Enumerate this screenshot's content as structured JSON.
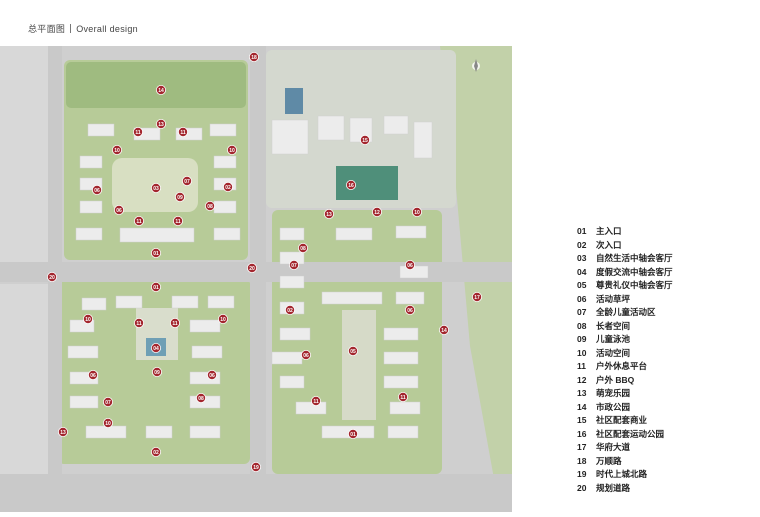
{
  "header": {
    "title_cn": "总平面图",
    "title_en": "Overall design"
  },
  "legend": [
    {
      "num": "01",
      "label": "主入口"
    },
    {
      "num": "02",
      "label": "次入口"
    },
    {
      "num": "03",
      "label": "自然生活中轴会客厅"
    },
    {
      "num": "04",
      "label": "度假交流中轴会客厅"
    },
    {
      "num": "05",
      "label": "尊贵礼仪中轴会客厅"
    },
    {
      "num": "06",
      "label": "活动草坪"
    },
    {
      "num": "07",
      "label": "全龄儿童活动区"
    },
    {
      "num": "08",
      "label": "长者空间"
    },
    {
      "num": "09",
      "label": "儿童泳池"
    },
    {
      "num": "10",
      "label": "活动空间"
    },
    {
      "num": "11",
      "label": "户外休息平台"
    },
    {
      "num": "12",
      "label": "户外 BBQ"
    },
    {
      "num": "13",
      "label": "萌宠乐园"
    },
    {
      "num": "14",
      "label": "市政公园"
    },
    {
      "num": "15",
      "label": "社区配套商业"
    },
    {
      "num": "16",
      "label": "社区配套运动公园"
    },
    {
      "num": "17",
      "label": "华府大道"
    },
    {
      "num": "18",
      "label": "万顺路"
    },
    {
      "num": "19",
      "label": "时代上城北路"
    },
    {
      "num": "20",
      "label": "规划道路"
    }
  ],
  "markers": [
    "18",
    "14",
    "13",
    "11",
    "11",
    "10",
    "10",
    "06",
    "03",
    "07",
    "09",
    "02",
    "06",
    "08",
    "11",
    "11",
    "01",
    "15",
    "16",
    "13",
    "12",
    "10",
    "08",
    "07",
    "06",
    "02",
    "06",
    "05",
    "06",
    "11",
    "11",
    "01",
    "20",
    "20",
    "17",
    "14",
    "01",
    "10",
    "11",
    "11",
    "10",
    "04",
    "06",
    "09",
    "06",
    "07",
    "08",
    "10",
    "13",
    "02",
    "19"
  ],
  "colors": {
    "marker": "#a3262e",
    "road": "#c9c9c9",
    "green": "#b9cd9c",
    "building": "#eaeaea"
  }
}
